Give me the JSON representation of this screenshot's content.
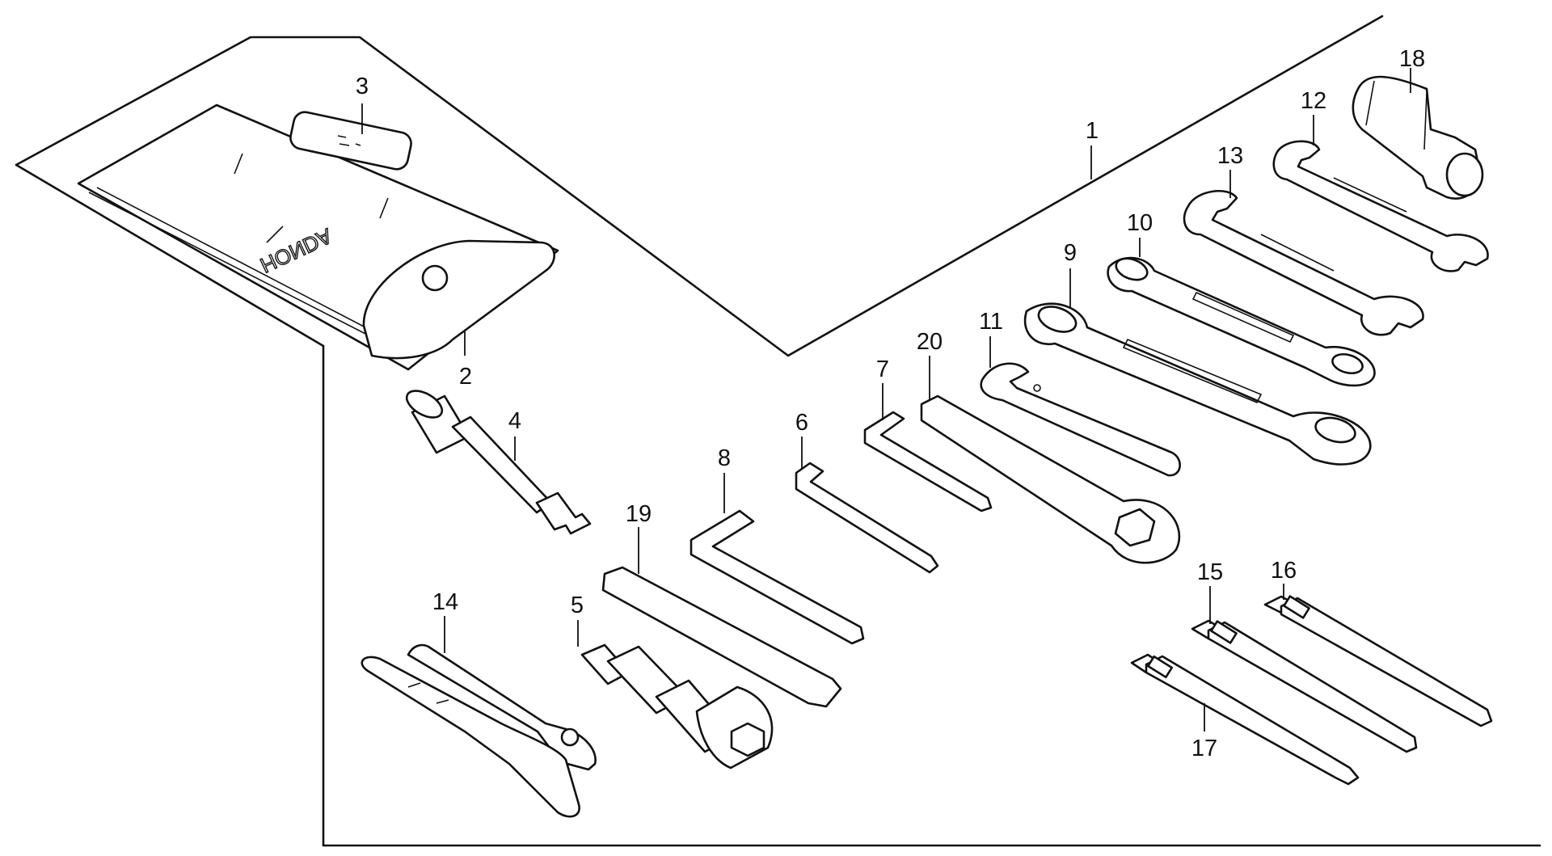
{
  "callouts": [
    "1",
    "2",
    "3",
    "4",
    "5",
    "6",
    "7",
    "8",
    "9",
    "10",
    "11",
    "12",
    "13",
    "14",
    "15",
    "16",
    "17",
    "18",
    "19",
    "20"
  ],
  "pouch_marking": "HONDA",
  "colors": {
    "line": "#111111",
    "background": "#ffffff"
  }
}
